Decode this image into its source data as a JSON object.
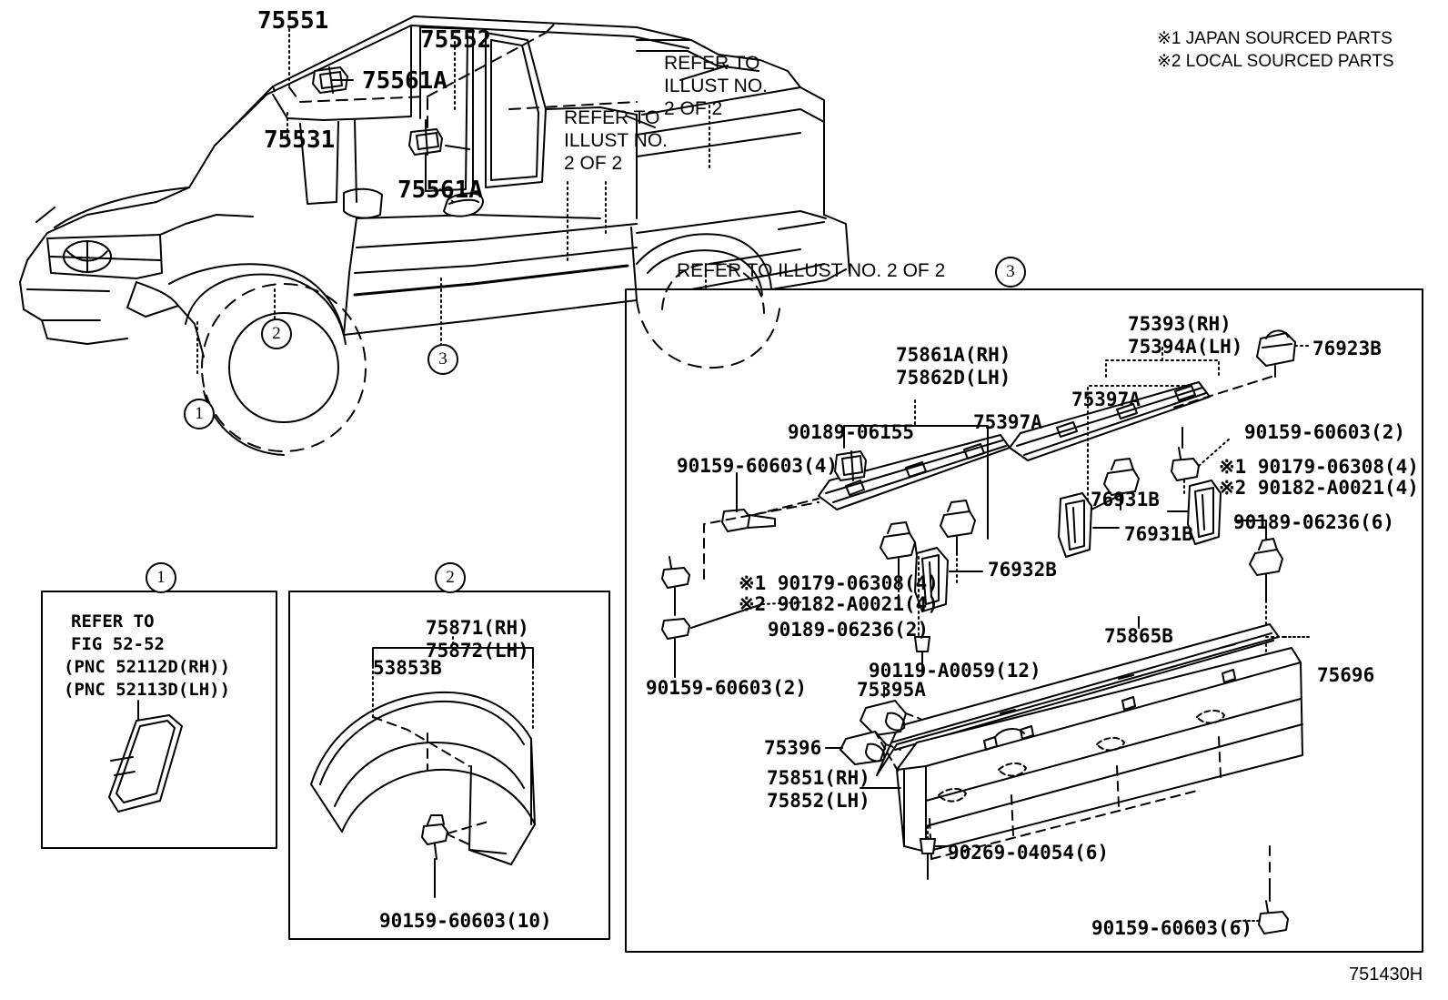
{
  "figure": {
    "id_code": "751430H",
    "legend": [
      "※1 JAPAN SOURCED PARTS",
      "※2 LOCAL SOURCED PARTS"
    ]
  },
  "vehicle_view": {
    "callouts": [
      {
        "text": "75551"
      },
      {
        "text": "75552"
      },
      {
        "text": "75561A"
      },
      {
        "text": "75531"
      },
      {
        "text": "75561A"
      }
    ],
    "refer_notes": [
      "REFER TO\nILLUST NO.\n2 OF 2",
      "REFER TO\nILLUST NO.\n2 OF 2",
      "REFER TO ILLUST NO. 2 OF 2"
    ],
    "index_markers": [
      "1",
      "2",
      "3"
    ]
  },
  "inset_1": {
    "marker": "1",
    "text_lines": [
      "REFER TO",
      "FIG 52-52",
      "(PNC 52112D(RH))",
      "(PNC 52113D(LH))"
    ]
  },
  "inset_2": {
    "marker": "2",
    "labels": [
      "75871(RH)",
      "75872(LH)",
      "53853B",
      "90159-60603(10)"
    ]
  },
  "panel_3": {
    "marker": "3",
    "labels": [
      "75861A(RH)",
      "75862D(LH)",
      "90189-06155",
      "90159-60603(4)",
      "75397A",
      "75393(RH)",
      "75394A(LH)",
      "75397A",
      "76923B",
      "90159-60603(2)",
      "※1 90179-06308(4)",
      "※2 90182-A0021(4)",
      "76931B",
      "76931B",
      "76932B",
      "90189-06236(6)",
      "※1 90179-06308(4)",
      "※2 90182-A0021(4)",
      "90189-06236(2)",
      "90159-60603(2)",
      "90119-A0059(12)",
      "75865B",
      "75696",
      "75395A",
      "75396",
      "75851(RH)",
      "75852(LH)",
      "90269-04054(6)",
      "90159-60603(6)"
    ]
  }
}
